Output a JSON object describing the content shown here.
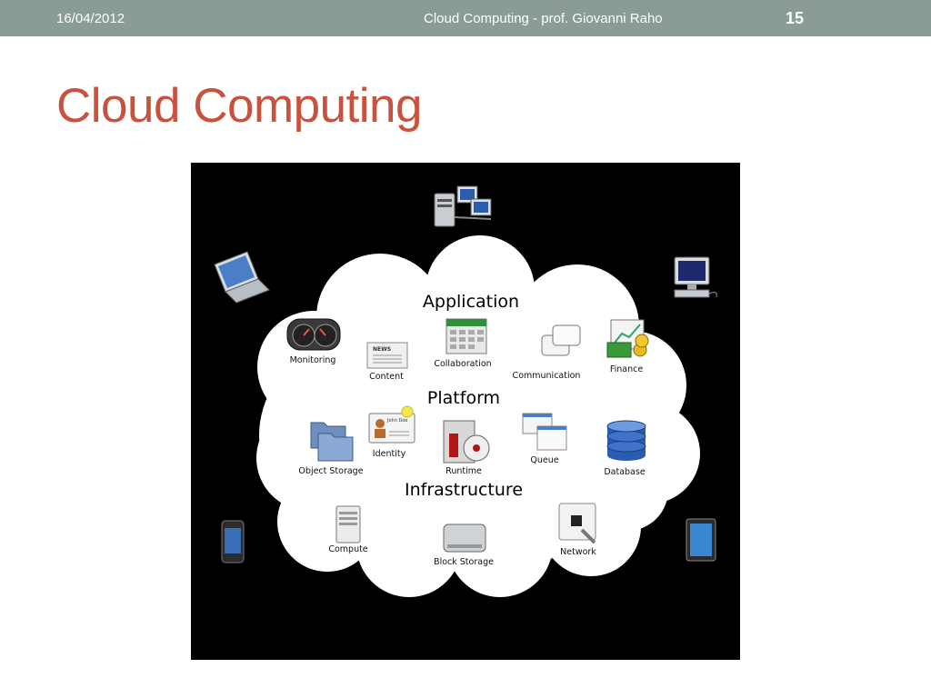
{
  "header": {
    "date": "16/04/2012",
    "presentation_title": "Cloud Computing - prof. Giovanni Raho",
    "slide_number": "15"
  },
  "slide": {
    "title": "Cloud Computing"
  },
  "diagram": {
    "sections": {
      "application": "Application",
      "platform": "Platform",
      "infrastructure": "Infrastructure"
    },
    "application_items": {
      "monitoring": "Monitoring",
      "content": "Content",
      "collaboration": "Collaboration",
      "communication": "Communication",
      "finance": "Finance"
    },
    "platform_items": {
      "object_storage": "Object Storage",
      "identity": "Identity",
      "runtime": "Runtime",
      "queue": "Queue",
      "database": "Database"
    },
    "infrastructure_items": {
      "compute": "Compute",
      "block_storage": "Block Storage",
      "network": "Network"
    },
    "identity_card_name": "John Doe",
    "newspaper_text": "NEWS",
    "devices": [
      "server-icon",
      "laptop-icon",
      "desktop-icon",
      "phone-icon",
      "tablet-icon"
    ]
  }
}
